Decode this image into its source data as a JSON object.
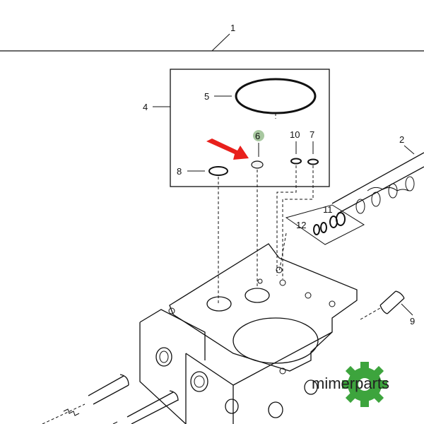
{
  "callouts": {
    "c1": "1",
    "c2": "2",
    "c4": "4",
    "c5": "5",
    "c6": "6",
    "c7": "7",
    "c8": "8",
    "c9": "9",
    "c10": "10",
    "c11": "11",
    "c12": "12"
  },
  "highlight": {
    "callout": "6",
    "badge_color": "#a8c8a0",
    "arrow_color": "#e8201c"
  },
  "watermark": {
    "text": "mimerparts",
    "gear_color": "#3da43d"
  }
}
